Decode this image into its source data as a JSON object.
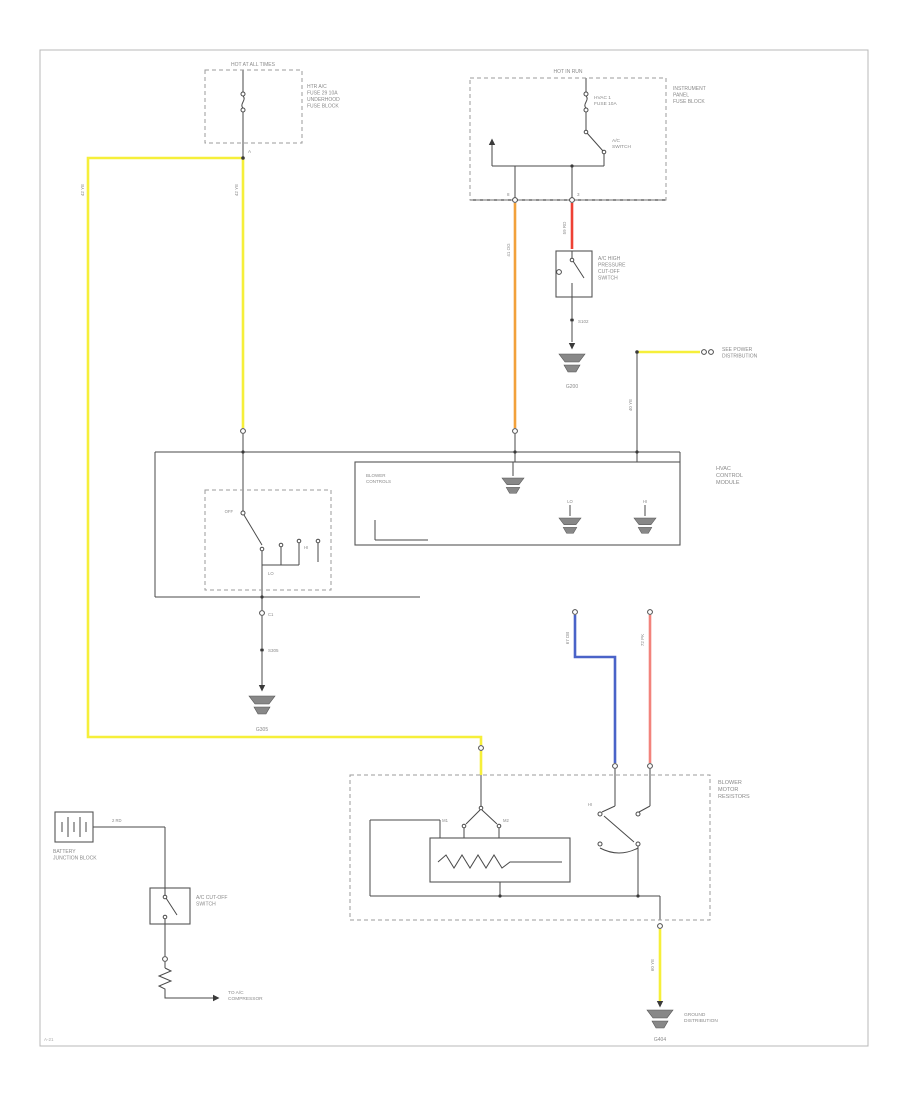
{
  "colors": {
    "yellow": "#f6ef3a",
    "orange": "#f2a13b",
    "red": "#ee4134",
    "pink": "#f2837c",
    "blue": "#4a63c8",
    "wire": "#4a4a4a"
  },
  "labels": {
    "page_code": "A-21",
    "top_left": {
      "hot": "HOT AT ALL TIMES",
      "fuse_block": [
        "HTR A/C",
        "FUSE 29 10A",
        "UNDERHOOD",
        "FUSE BLOCK"
      ],
      "pin": "A",
      "wire_left": "42 YE",
      "wire_branch": "42 YE"
    },
    "top_right": {
      "hot": "HOT IN RUN",
      "block": [
        "INSTRUMENT",
        "PANEL",
        "FUSE BLOCK"
      ],
      "fuse": [
        "HVAC 1",
        "FUSE 10A"
      ],
      "switch": [
        "A/C",
        "SWITCH"
      ],
      "pin_left": "8",
      "pin_right": "3",
      "wire_orange": "41 OG",
      "wire_red": "59 RD"
    },
    "pressure_switch": {
      "name": [
        "A/C HIGH",
        "PRESSURE",
        "CUT-OFF",
        "SWITCH"
      ],
      "splice": "S102",
      "ground": "G200"
    },
    "feed_right": {
      "block": [
        "SEE POWER",
        "DISTRIBUTION"
      ],
      "wire": "40 YE"
    },
    "hvac": {
      "name": [
        "HVAC",
        "CONTROL",
        "MODULE"
      ],
      "internal": [
        "BLOWER",
        "CONTROLS"
      ],
      "lo": "LO",
      "hi": "HI"
    },
    "blower_switch": {
      "off": "OFF",
      "lo": "LO",
      "hi": "HI",
      "conn": "C1",
      "splice": "S305",
      "ground": "G305"
    },
    "resistor_box": {
      "name": [
        "BLOWER",
        "MOTOR",
        "RESISTORS"
      ],
      "wire_blue": "67 DB",
      "wire_pink": "72 PK",
      "hi": "HI",
      "m1": "M1",
      "m2": "M2"
    },
    "bottom_right": {
      "wire": "60 YE",
      "ground": "G404",
      "block": [
        "GROUND",
        "DISTRIBUTION"
      ]
    },
    "bottom_left": {
      "battery": [
        "BATTERY",
        "JUNCTION BLOCK"
      ],
      "wire": "2 RD",
      "switch": [
        "A/C CUT-OFF",
        "SWITCH"
      ],
      "dest": [
        "TO A/C",
        "COMPRESSOR"
      ]
    }
  }
}
